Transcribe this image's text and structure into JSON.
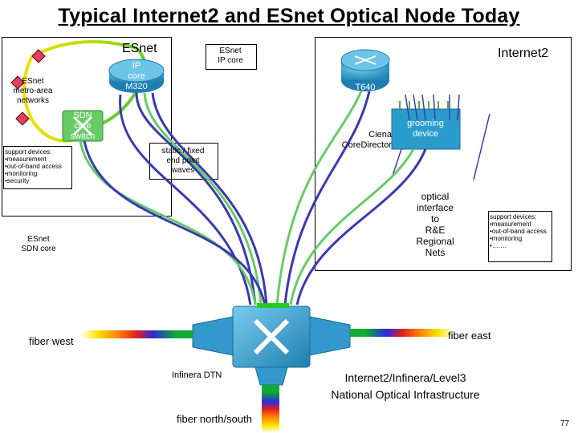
{
  "title": "Typical Internet2 and ESnet Optical Node Today",
  "esnet": {
    "label": "ESnet",
    "ip_core_label": "ESnet\nIP core",
    "router_label": "IP\ncore\nM320",
    "metro_label": "ESnet\nmetro-area\nnetworks",
    "sdn_switch_label": "SDN\ncore\nswitch",
    "support_label": "support devices:\n•measurement\n•out-of-band access\n•monitoring\n•security",
    "sdn_core_label": "ESnet\nSDN core"
  },
  "internet2": {
    "label": "Internet2",
    "router_label": "T640",
    "grooming_label": "grooming\ndevice",
    "ciena_label": "Ciena\nCoreDirector",
    "optical_interface_label": "optical\ninterface\nto\nR&E\nRegional\nNets",
    "support_label": "support devices:\n•measurement\n•out-of-band access\n•monitoring\n•……."
  },
  "static_waves_label": "static / fixed\nend point\nwaves",
  "fiber_west": "fiber west",
  "fiber_east": "fiber east",
  "fiber_north_south": "fiber north/south",
  "infinera_label": "Infinera DTN",
  "national_label": "Internet2/Infinera/Level3\nNational Optical Infrastructure",
  "page_number": "77",
  "colors": {
    "router_blue": "#2b9cc9",
    "ring_green": "#66cc33",
    "fiber_green": "#66cc66",
    "fiber_blue": "#3a3ab0",
    "switch_blue": "#3399cc"
  }
}
